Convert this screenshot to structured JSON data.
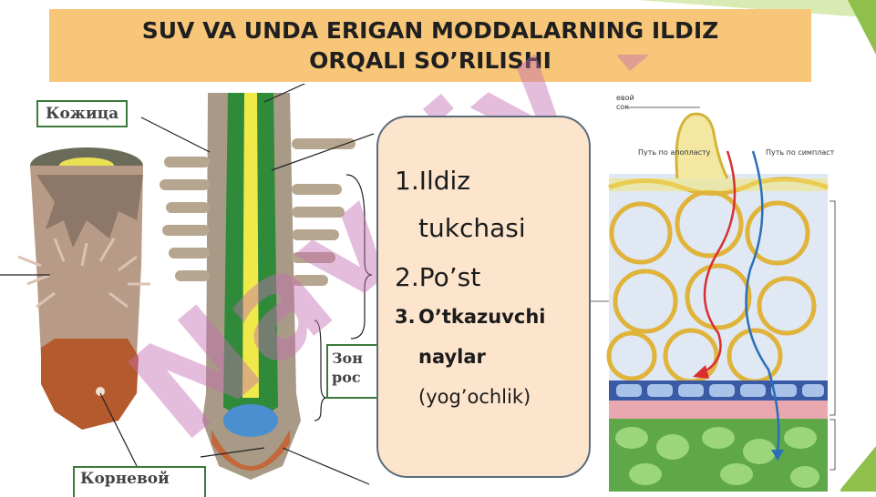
{
  "slide": {
    "title": "SUV VA UNDA ERIGAN MODDALARNING ILDIZ ORQALI SO’RILISHI",
    "watermark": "Navoiy 24"
  },
  "left_figure": {
    "label_top": "Кожица",
    "label_mid": "Зона роста",
    "label_mid_line1": "Зон",
    "label_mid_line2": "рос",
    "label_bottom": "Корневой",
    "label_bottom_partial": "Корневой"
  },
  "info_box": {
    "item1_num": "1.",
    "item1_line1": "Ildiz",
    "item1_line2": "tukchasi",
    "item2_num": "2.",
    "item2_text": "Po’st",
    "item3_num": "3.",
    "item3_line1": "O’tkazuvchi",
    "item3_line2": "naylar",
    "item3_line3": "(yog’ochlik)"
  },
  "right_figure": {
    "label_water": "евой сок",
    "label_apoplast": "Путь по апопласту",
    "label_symplast": "Путь по симпласт"
  },
  "colors": {
    "title_bg": "#f7c679",
    "info_bg": "#fce5cc",
    "accent_green": "#7bb53c",
    "watermark": "#c66fb3"
  }
}
